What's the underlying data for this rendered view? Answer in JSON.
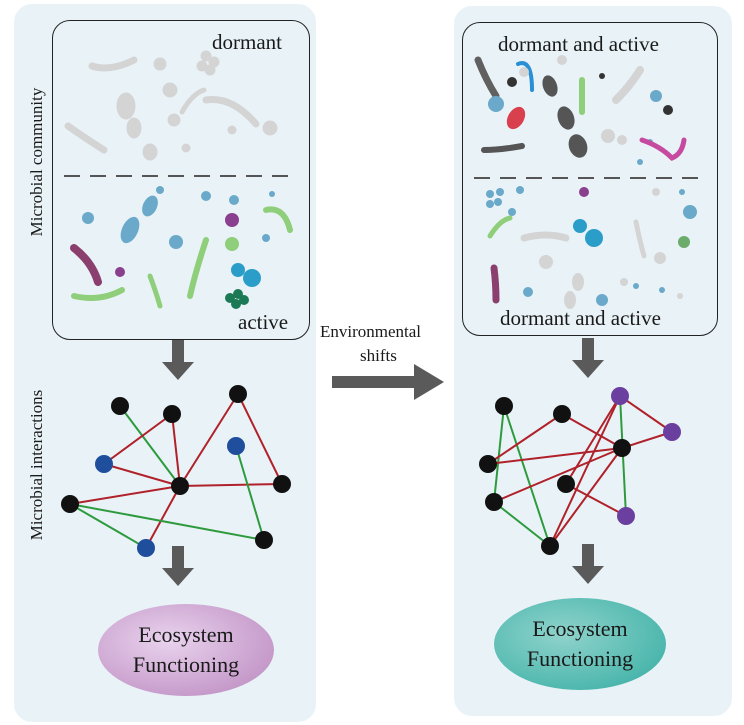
{
  "left_panel": {
    "top_label": "dormant",
    "bottom_label": "active",
    "side_label_community": "Microbial community",
    "side_label_interactions": "Microbial interactions",
    "outcome": {
      "line1": "Ecosystem",
      "line2": "Functioning"
    }
  },
  "arrow_label": {
    "line1": "Environmental",
    "line2": "shifts"
  },
  "right_panel": {
    "top_label": "dormant and active",
    "bottom_label": "dormant and active",
    "outcome": {
      "line1": "Ecosystem",
      "line2": "Functioning"
    }
  },
  "colors": {
    "panel_bg": "#e9f3f7",
    "dormant_cells": "#d4d4d4",
    "active_blue": "#6aa9c9",
    "active_green": "#8fce7a",
    "active_purple": "#8a3f6e",
    "node_black": "#111111",
    "node_blue": "#1f4e9c",
    "node_purple": "#6b3fa0",
    "edge_red": "#b0212a",
    "edge_green": "#2e9a3e",
    "arrow": "#5a5a5a",
    "eco_left": "#c79ccb",
    "eco_right": "#4fb8ae"
  }
}
